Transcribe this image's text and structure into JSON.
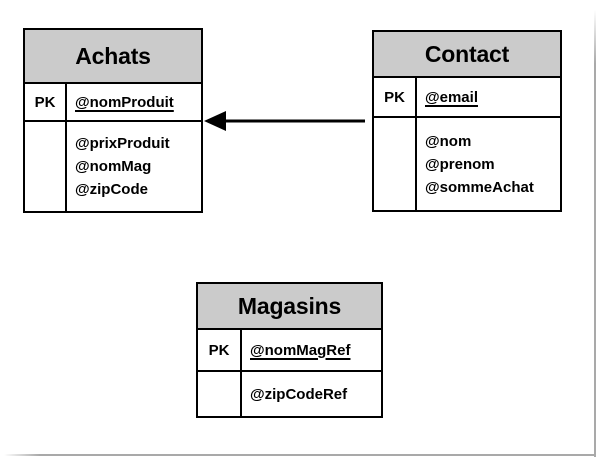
{
  "page": {
    "background": "#ffffff",
    "edge_color": "#a9a9a9"
  },
  "diagram": {
    "type": "er-schema",
    "tables": [
      {
        "name": "Achats",
        "pk_label": "PK",
        "pk_attr": "@nomProduit",
        "attrs": [
          "@prixProduit",
          "@nomMag",
          "@zipCode"
        ]
      },
      {
        "name": "Contact",
        "pk_label": "PK",
        "pk_attr": "@email",
        "attrs": [
          "@nom",
          "@prenom",
          "@sommeAchat"
        ]
      },
      {
        "name": "Magasins",
        "pk_label": "PK",
        "pk_attr": "@nomMagRef",
        "attrs": [
          "@zipCodeRef"
        ]
      }
    ],
    "relations": [
      {
        "from": "Contact",
        "to": "Achats",
        "style": "solid-arrow",
        "direction": "right-to-left"
      }
    ],
    "colors": {
      "header_bg": "#cbcbcb",
      "table_border": "#000000",
      "arrow": "#000000"
    }
  }
}
